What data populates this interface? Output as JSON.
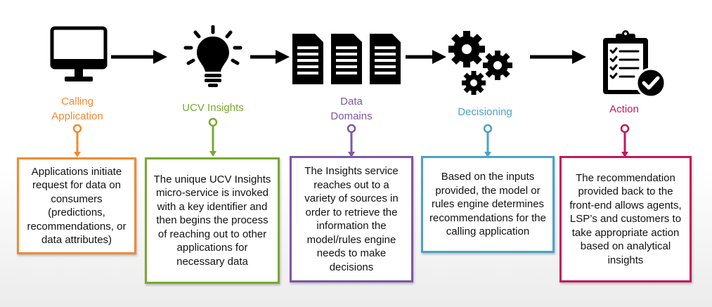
{
  "stages": [
    {
      "icon": "monitor-icon",
      "label": "Calling\nApplication",
      "color": "#f28a30",
      "description": "Applications initiate request for data on consumers (predictions, recommendations, or data attributes)"
    },
    {
      "icon": "lightbulb-icon",
      "label": "UCV Insights",
      "color": "#79a832",
      "description": "The unique UCV Insights micro-service is invoked with a key identifier and then begins the process of reaching out to other applications for necessary data"
    },
    {
      "icon": "documents-icon",
      "label": "Data\nDomains",
      "color": "#7d57a8",
      "description": "The Insights service reaches out to a variety of sources in order to retrieve the information the model/rules engine needs to make decisions"
    },
    {
      "icon": "gears-icon",
      "label": "Decisioning",
      "color": "#4aa3c7",
      "description": "Based on the inputs provided, the model or rules engine determines recommendations for the calling application"
    },
    {
      "icon": "clipboard-check-icon",
      "label": "Action",
      "color": "#c2185b",
      "description": "The recommendation provided back to the front-end allows agents, LSP’s and customers to take appropriate action based on analytical insights"
    }
  ]
}
